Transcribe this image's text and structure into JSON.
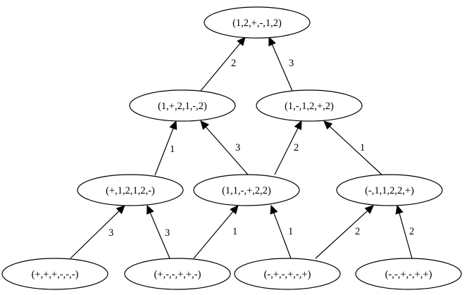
{
  "nodes": [
    {
      "id": "n0",
      "label": "(1,2,+,-,1,2)"
    },
    {
      "id": "n1",
      "label": "(1,+,2,1,-,2)"
    },
    {
      "id": "n2",
      "label": "(1,-,1,2,+,2)"
    },
    {
      "id": "n3",
      "label": "(+,1,2,1,2,-)"
    },
    {
      "id": "n4",
      "label": "(1,1,-,+,2,2)"
    },
    {
      "id": "n5",
      "label": "(-,1,1,2,2,+)"
    },
    {
      "id": "n6",
      "label": "(+,+,+,-,-,-)"
    },
    {
      "id": "n7",
      "label": "(+,-,-,+,+,-)"
    },
    {
      "id": "n8",
      "label": "(-,+,-,+,-,+)"
    },
    {
      "id": "n9",
      "label": "(-,-,+,-,+,+)"
    }
  ],
  "edges": [
    {
      "from": "n1",
      "to": "n0",
      "label": "2"
    },
    {
      "from": "n2",
      "to": "n0",
      "label": "3"
    },
    {
      "from": "n3",
      "to": "n1",
      "label": "1"
    },
    {
      "from": "n4",
      "to": "n1",
      "label": "3"
    },
    {
      "from": "n4",
      "to": "n2",
      "label": "2"
    },
    {
      "from": "n5",
      "to": "n2",
      "label": "1"
    },
    {
      "from": "n6",
      "to": "n3",
      "label": "3"
    },
    {
      "from": "n7",
      "to": "n3",
      "label": "3"
    },
    {
      "from": "n7",
      "to": "n4",
      "label": "1"
    },
    {
      "from": "n8",
      "to": "n4",
      "label": "1"
    },
    {
      "from": "n8",
      "to": "n5",
      "label": "2"
    },
    {
      "from": "n9",
      "to": "n5",
      "label": "2"
    }
  ]
}
